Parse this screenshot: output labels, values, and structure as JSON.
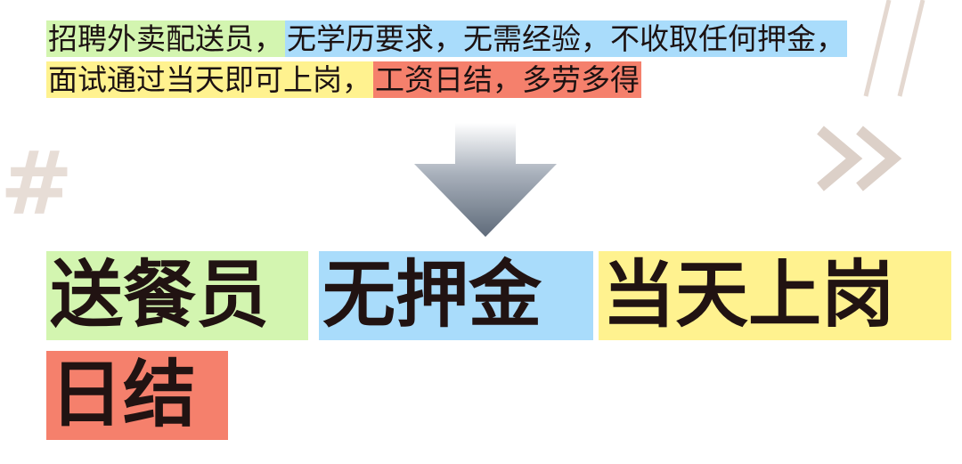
{
  "decorations": {
    "hash_glyph": "#",
    "hash_color": "#e7ddd6",
    "slash_color": "#e4d8d0",
    "chevron_color": "#dcd0c8",
    "arrow_icon": "down-arrow-icon"
  },
  "colors": {
    "green": "#d3f5b0",
    "blue": "#a9dcfb",
    "yellow": "#fff28f",
    "coral": "#f5806c",
    "text": "#1c1212"
  },
  "source_sentence": {
    "segments": [
      {
        "text": "招聘外卖配送员，",
        "color": "green"
      },
      {
        "text": "无学历要求，无需经验，不收取任何押金，",
        "color": "blue"
      },
      {
        "text": "面试通过当天即可上岗，",
        "color": "yellow"
      },
      {
        "text": "工资日结，多劳多得",
        "color": "coral"
      }
    ]
  },
  "keywords": [
    {
      "text": "送餐员",
      "color": "green"
    },
    {
      "text": "无押金",
      "color": "blue"
    },
    {
      "text": "当天上岗",
      "color": "yellow"
    },
    {
      "text": "日结",
      "color": "coral"
    }
  ]
}
